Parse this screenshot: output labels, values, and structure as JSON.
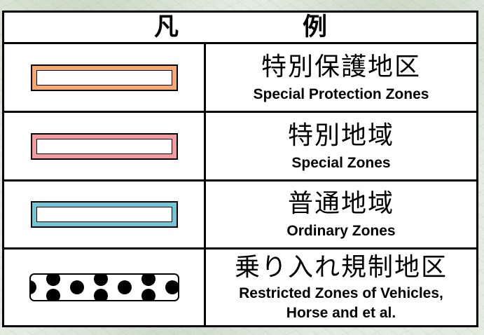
{
  "legend": {
    "title_left": "凡",
    "title_right": "例",
    "items": [
      {
        "label_jp": "特別保護地区",
        "label_en": "Special Protection Zones",
        "color": "#f5a870"
      },
      {
        "label_jp": "特別地域",
        "label_en": "Special Zones",
        "color": "#f39aa0"
      },
      {
        "label_jp": "普通地域",
        "label_en": "Ordinary Zones",
        "color": "#72c7d6"
      },
      {
        "label_jp": "乗り入れ規制地区",
        "label_en_line1": "Restricted Zones of Vehicles,",
        "label_en_line2": "Horse and et al.",
        "pattern": "black-dots"
      }
    ]
  }
}
